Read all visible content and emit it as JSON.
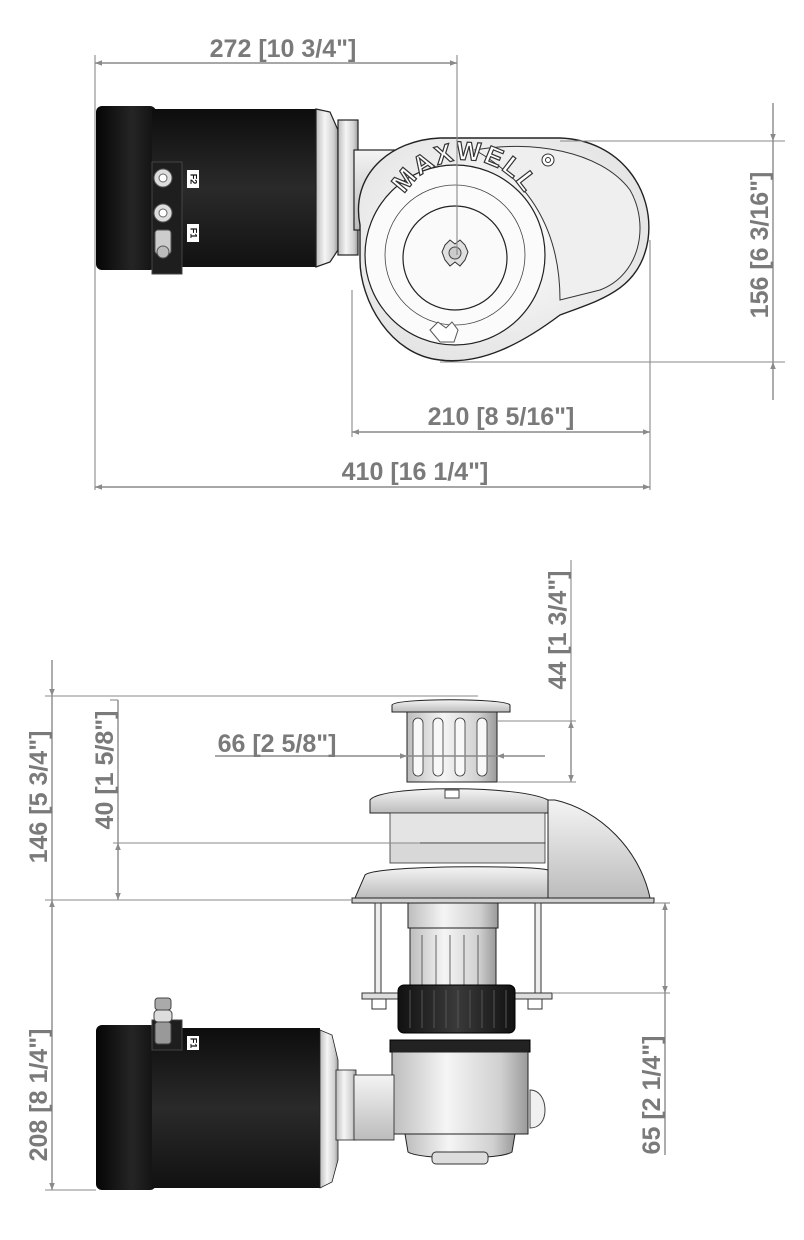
{
  "drawing": {
    "subject": "Vertical anchor windlass dimension drawing",
    "brand_mark": "MAXWELL",
    "colors": {
      "dimension": "#7a7a7a",
      "motor_body": "#1a1a1a",
      "metal_light": "#e8e8e8",
      "background": "#ffffff"
    }
  },
  "top_view": {
    "terminals": [
      "F2",
      "F1"
    ],
    "dimensions": {
      "motor_to_capstan_center": "272 [10 3/4\"]",
      "deck_unit_width": "210 [8 5/16\"]",
      "overall_length": "410 [16 1/4\"]",
      "deck_unit_depth": "156 [6 3/16\"]"
    }
  },
  "side_view": {
    "terminals": [
      "F1"
    ],
    "dimensions": {
      "capstan_height": "44 [1 3/4\"]",
      "capstan_diameter": "66 [2 5/8\"]",
      "gypsy_height": "40 [1 5/8\"]",
      "above_deck_height": "146 [5 3/4\"]",
      "below_deck_height": "208 [8 1/4\"]",
      "deck_thickness_range": "65 [2 1/4\"]"
    }
  }
}
